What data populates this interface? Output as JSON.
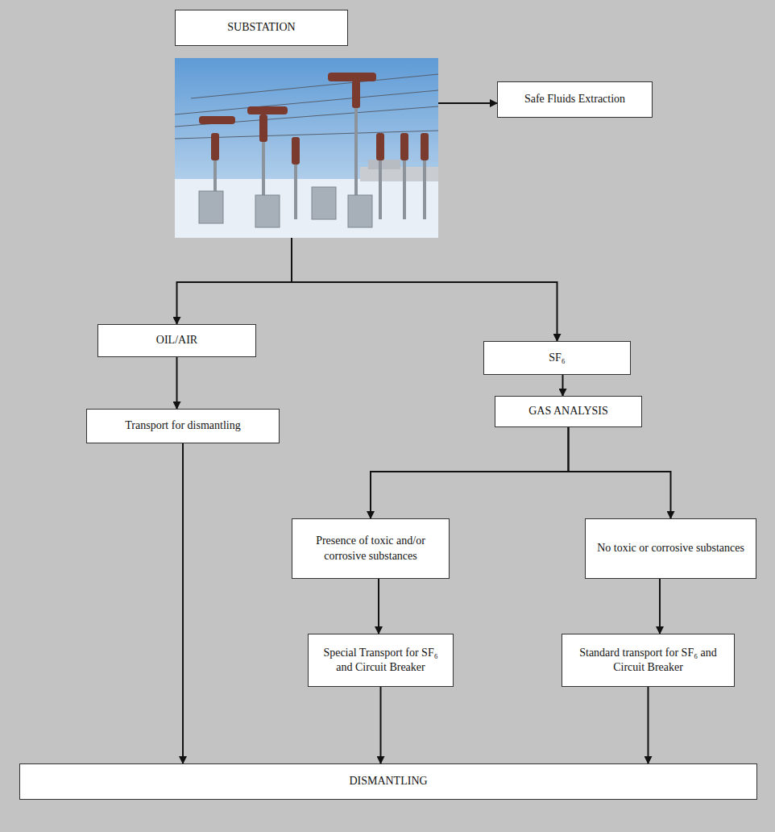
{
  "diagram": {
    "nodes": [
      {
        "text": [
          "SUBSTATION"
        ]
      },
      {
        "text": [
          "Safe Fluids Extraction"
        ]
      },
      {
        "text": [
          "OIL/AIR"
        ]
      },
      {
        "text": [
          "Transport for dismantling"
        ]
      },
      {
        "text": [
          "SF₆"
        ]
      },
      {
        "text": [
          "GAS ANALYSIS"
        ]
      },
      {
        "text": [
          "Presence of toxic and/or corrosive substances"
        ]
      },
      {
        "text": [
          "No toxic or corrosive substances"
        ]
      },
      {
        "text": [
          "Special Transport for SF₆ and Circuit Breaker"
        ]
      },
      {
        "text": [
          "Standard transport for SF₆ and Circuit Breaker"
        ]
      },
      {
        "text": [
          "DISMANTLING"
        ]
      }
    ],
    "edges": [
      {
        "from": 0,
        "to": 1,
        "arrow": "to"
      },
      {
        "from": 0,
        "to": 2,
        "arrow": "to"
      },
      {
        "from": 0,
        "to": 4,
        "arrow": "to"
      },
      {
        "from": 2,
        "to": 3,
        "arrow": "to"
      },
      {
        "from": 4,
        "to": 5,
        "arrow": "to"
      },
      {
        "from": 5,
        "to": 6,
        "arrow": "to"
      },
      {
        "from": 5,
        "to": 7,
        "arrow": "to"
      },
      {
        "from": 6,
        "to": 8,
        "arrow": "to"
      },
      {
        "from": 7,
        "to": 9,
        "arrow": "to"
      },
      {
        "from": 3,
        "to": 10,
        "arrow": "to"
      },
      {
        "from": 8,
        "to": 10,
        "arrow": "to"
      },
      {
        "from": 9,
        "to": 10,
        "arrow": "to"
      }
    ]
  }
}
